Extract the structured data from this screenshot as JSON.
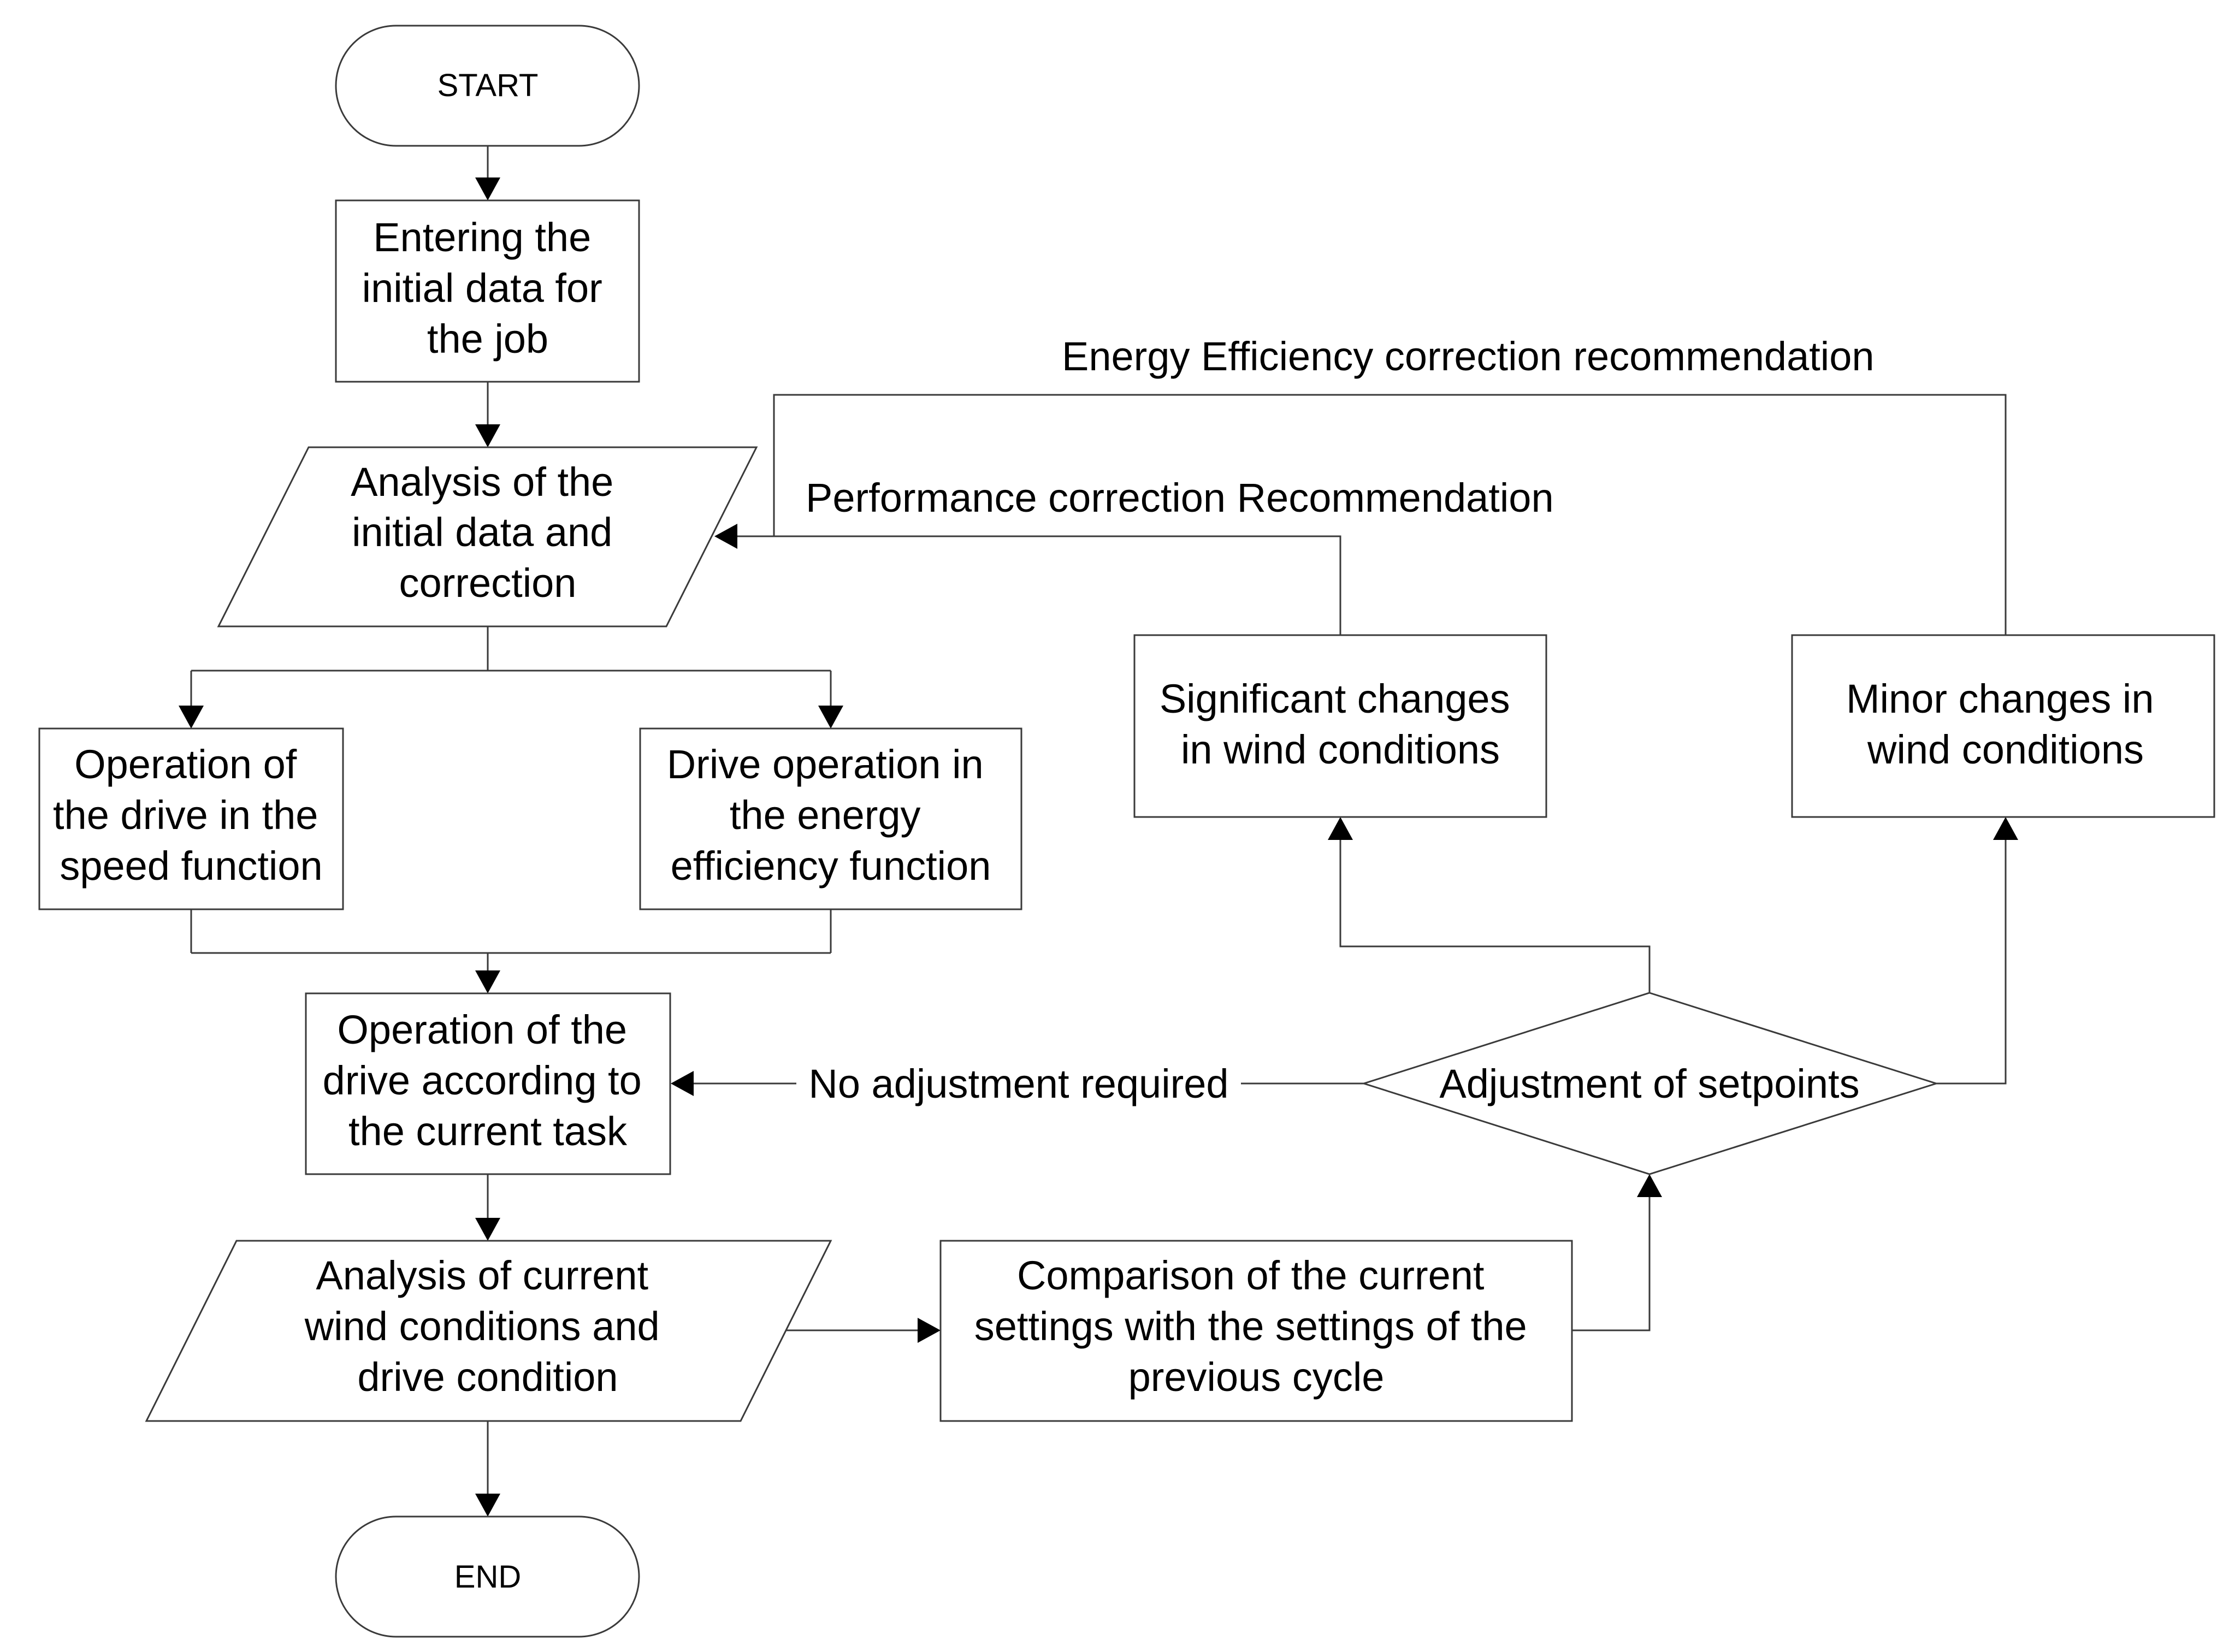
{
  "nodes": {
    "start": {
      "label": "START"
    },
    "enter_data": {
      "lines": [
        "Entering the",
        "initial data for",
        "the job"
      ]
    },
    "analysis_initial": {
      "lines": [
        "Analysis of the",
        "initial data and",
        "correction"
      ]
    },
    "speed_function": {
      "lines": [
        "Operation of",
        "the drive in the",
        "speed function"
      ]
    },
    "energy_function": {
      "lines": [
        "Drive operation in",
        "the energy",
        "efficiency function"
      ]
    },
    "current_task": {
      "lines": [
        "Operation of the",
        "drive according to",
        "the current task"
      ]
    },
    "analysis_wind": {
      "lines": [
        "Analysis of current",
        "wind conditions and",
        "drive condition"
      ]
    },
    "comparison": {
      "lines": [
        "Comparison of the current",
        "settings with the settings of the",
        "previous cycle"
      ]
    },
    "adjustment": {
      "label": "Adjustment of setpoints"
    },
    "significant": {
      "lines": [
        "Significant changes",
        "in wind conditions"
      ]
    },
    "minor": {
      "lines": [
        "Minor changes in",
        "wind conditions"
      ]
    },
    "end": {
      "label": "END"
    }
  },
  "edges": {
    "energy_efficiency_label": "Energy Efficiency correction recommendation",
    "performance_label": "Performance correction Recommendation",
    "no_adjustment_label": "No adjustment required"
  }
}
